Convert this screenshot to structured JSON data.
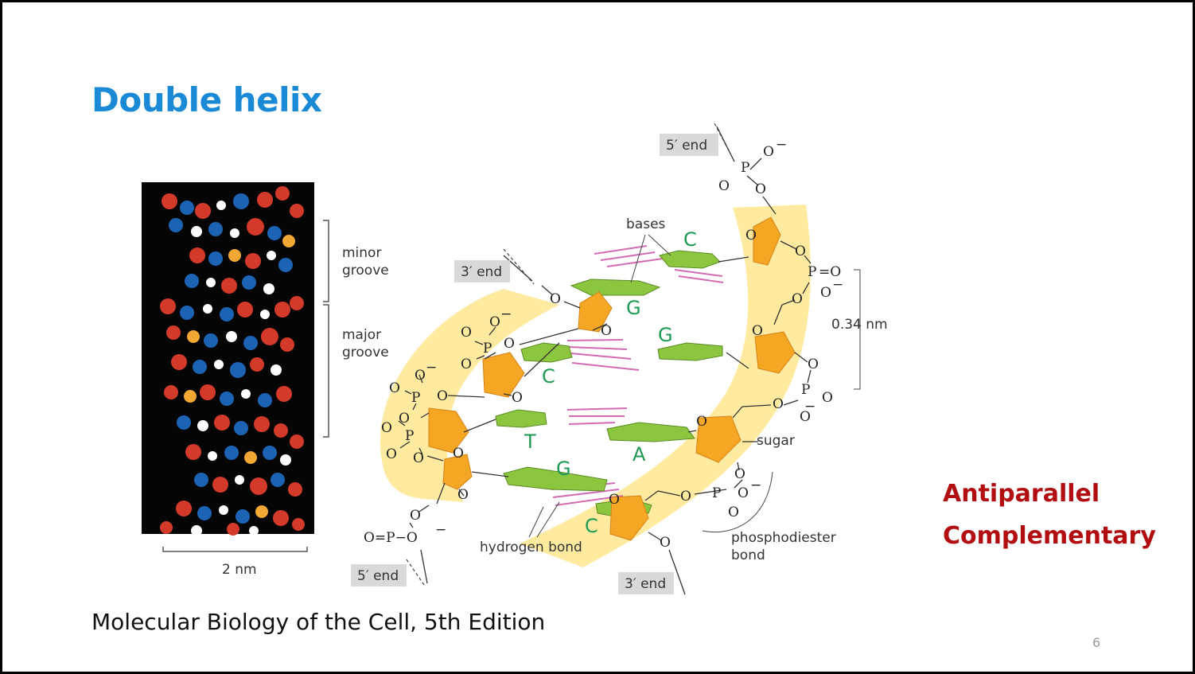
{
  "slide": {
    "title": "Double helix",
    "caption": "Molecular Biology of the Cell, 5th Edition",
    "page_number": "6",
    "keywords": [
      "Antiparallel",
      "Complementary"
    ],
    "colors": {
      "title": "#1a8ad6",
      "keywords": "#b20d10",
      "backbone": "#ffeaa0",
      "sugar": "#f5a623",
      "base": "#8cc63f"
    }
  },
  "model": {
    "minor_groove": [
      "minor",
      "groove"
    ],
    "major_groove": [
      "major",
      "groove"
    ],
    "scale": "2 nm"
  },
  "diagram": {
    "end_5_top": "5′ end",
    "end_3_left": "3′ end",
    "end_5_bottom": "5′ end",
    "end_3_bottom": "3′ end",
    "bases_label": "bases",
    "spacing": "0.34 nm",
    "sugar": "sugar",
    "hydrogen_bond": "hydrogen bond",
    "phosphodiester": [
      "phosphodiester",
      "bond"
    ],
    "base_letters": [
      "C",
      "G",
      "G",
      "C",
      "T",
      "A",
      "G",
      "C"
    ]
  }
}
